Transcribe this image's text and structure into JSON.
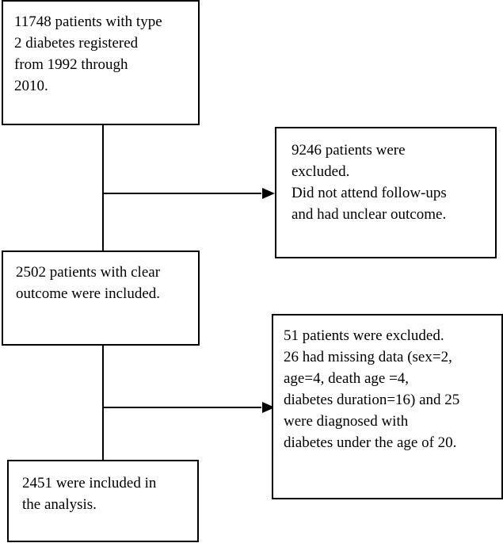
{
  "flowchart": {
    "registered_box": {
      "text": "11748 patients with type\n2 diabetes registered\nfrom 1992 through\n2010."
    },
    "excluded_followup_box": {
      "text": "9246 patients were\nexcluded.\nDid not attend follow-ups\nand had unclear outcome."
    },
    "included_clear_box": {
      "text": "2502 patients with clear\noutcome were included."
    },
    "excluded_missing_box": {
      "text": "51 patients were excluded.\n26 had missing data (sex=2,\nage=4, death age =4,\ndiabetes duration=16) and 25\nwere diagnosed with\ndiabetes under the age of 20."
    },
    "analysis_box": {
      "text": "2451 were included in\nthe analysis."
    }
  }
}
